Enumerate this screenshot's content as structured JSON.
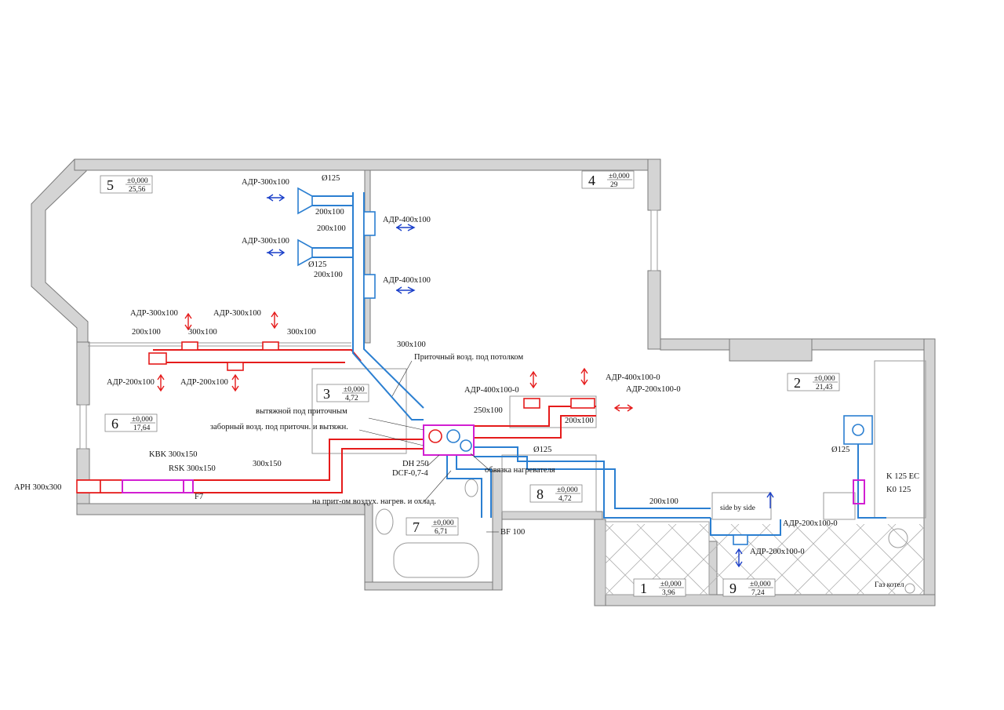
{
  "rooms": [
    {
      "id": "r5",
      "num": "5",
      "level": "±0,000",
      "area": "25,56"
    },
    {
      "id": "r4",
      "num": "4",
      "level": "±0,000",
      "area": "29"
    },
    {
      "id": "r3",
      "num": "3",
      "level": "±0,000",
      "area": "4,72"
    },
    {
      "id": "r6",
      "num": "6",
      "level": "±0,000",
      "area": "17,64"
    },
    {
      "id": "r2",
      "num": "2",
      "level": "±0,000",
      "area": "21,43"
    },
    {
      "id": "r8",
      "num": "8",
      "level": "±0,000",
      "area": "4,72"
    },
    {
      "id": "r7",
      "num": "7",
      "level": "±0,000",
      "area": "6,71"
    },
    {
      "id": "r1",
      "num": "1",
      "level": "±0,000",
      "area": "3,96"
    },
    {
      "id": "r9",
      "num": "9",
      "level": "±0,000",
      "area": "7,24"
    }
  ],
  "labels": {
    "adr300_a": "АДР-300х100",
    "d125_a": "Ø125",
    "s200x100_a": "200х100",
    "adr400_a": "АДР-400х100",
    "s200x100_b": "200х100",
    "adr300_b": "АДР-300х100",
    "d125_b": "Ø125",
    "s200x100_c": "200х100",
    "adr400_b": "АДР-400х100",
    "adr300_c": "АДР-300х100",
    "adr300_d": "АДР-300х100",
    "s200x100_d": "200х100",
    "s300x100_a": "300х100",
    "s300x100_b": "300х100",
    "s300x100_c": "300х100",
    "adr200_a": "АДР-200х100",
    "adr200_b": "АДР-200х100",
    "pritochny": "Приточный возд. под потолком",
    "adr400_0": "АДР-400х100-0",
    "adr400_0b": "АДР-400х100-0",
    "adr200_0a": "АДР-200х100-0",
    "s250x100": "250х100",
    "s200x100_e": "200х100",
    "vytyazh": "вытяжной под приточным",
    "zabor": "заборный возд. под приточн. и вытяжн.",
    "kvk": "KBK 300x150",
    "rsk": "RSK 300x150",
    "s300x150": "300х150",
    "apn": "АРН 300х300",
    "f7": "F7",
    "dh250": "DH 250",
    "dcf": "DCF-0,7-4",
    "obvyazka": "обвязка нагревателя",
    "d125_c": "Ø125",
    "na_prit": "на прит-ом воздух. нагрев. и охлад.",
    "s200x100_f": "200х100",
    "d125_d": "Ø125",
    "k125ec": "K 125 EC",
    "k0125": "K0 125",
    "bf100": "BF 100",
    "adr200_0b": "АДР-200х100-0",
    "adr200_0c": "АДР-200х100-0",
    "side_by_side": "side by side",
    "gaz_kotel": "Газ котел"
  },
  "colors": {
    "supply": "#e51b1b",
    "exhaust": "#2b7fd1",
    "filter": "#d21fd2",
    "arrow_blue": "#1a3fc9",
    "wall_fill": "#d4d4d4"
  }
}
